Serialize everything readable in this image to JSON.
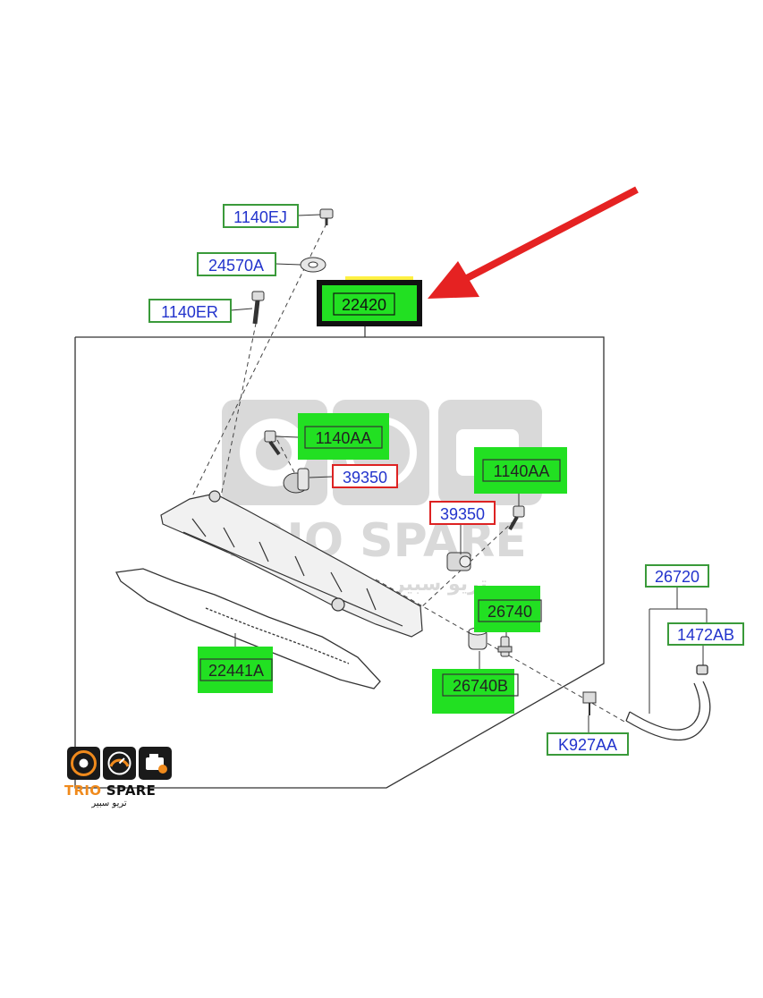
{
  "parts": {
    "p1140EJ": "1140EJ",
    "p24570A": "24570A",
    "p1140ER": "1140ER",
    "p22420": "22420",
    "p1140AA_a": "1140AA",
    "p39350_a": "39350",
    "p1140AA_b": "1140AA",
    "p39350_b": "39350",
    "p26740": "26740",
    "p22441A": "22441A",
    "p26740B": "26740B",
    "p26720": "26720",
    "p1472AB": "1472AB",
    "pK927AA": "K927AA"
  },
  "watermark": {
    "brand": "TRIO SPARE",
    "arabic": "تريو سبير"
  },
  "logo": {
    "brand_part1": "TRIO",
    "brand_part2": "SPARE",
    "arabic": "تريو سبير"
  },
  "colors": {
    "label_text": "#2233cc",
    "label_border": "#3a9a3a",
    "red_label_border": "#dd2222",
    "highlight": "#22e022",
    "highlight_yellow": "#ffee22",
    "arrow": "#e52222",
    "selected_box": "#111111"
  }
}
